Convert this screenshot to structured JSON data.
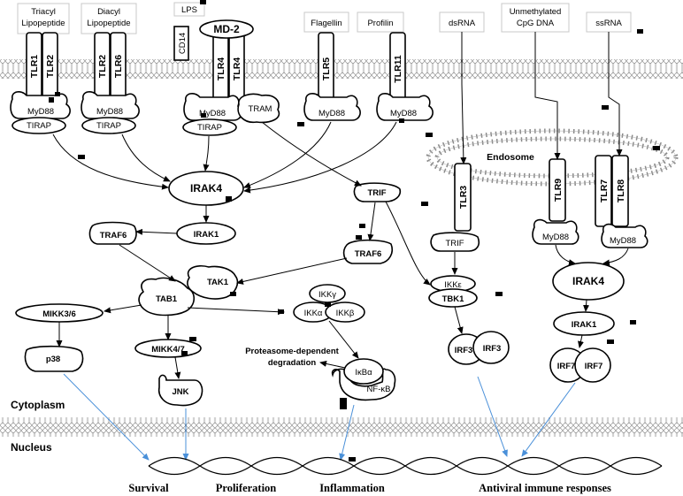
{
  "ligands": {
    "triacyl": [
      "Triacyl",
      "Lipopeptide"
    ],
    "diacyl": [
      "Diacyl",
      "Lipopeptide"
    ],
    "lps": "LPS",
    "cd14": "CD14",
    "md2": "MD-2",
    "flagellin": "Flagellin",
    "profilin": "Profilin",
    "dsrna": "dsRNA",
    "cpg": [
      "Unmethylated",
      "CpG DNA"
    ],
    "ssrna": "ssRNA"
  },
  "receptors": {
    "tlr1": "TLR1",
    "tlr2a": "TLR2",
    "tlr2b": "TLR2",
    "tlr6": "TLR6",
    "tlr4a": "TLR4",
    "tlr4b": "TLR4",
    "tlr5": "TLR5",
    "tlr11": "TLR11",
    "tlr3": "TLR3",
    "tlr9": "TLR9",
    "tlr7": "TLR7",
    "tlr8": "TLR8"
  },
  "adaptors": {
    "myd88": "MyD88",
    "tirap": "TIRAP",
    "tram": "TRAM",
    "trif": "TRIF"
  },
  "molecules": {
    "irak4": "IRAK4",
    "irak1": "IRAK1",
    "traf6": "TRAF6",
    "tak1": "TAK1",
    "tab1": "TAB1",
    "mikk36": "MIKK3/6",
    "mikk47": "MIKK4/7",
    "p38": "p38",
    "jnk": "JNK",
    "ikkg": "IKKγ",
    "ikka": "IKKα",
    "ikkb": "IKKβ",
    "ikba": "IκBα",
    "nfkb": "NF-κB",
    "ikke": "IKKε",
    "tbk1": "TBK1",
    "irf3": "IRF3",
    "irf7": "IRF7"
  },
  "labels": {
    "endosome": "Endosome",
    "proteasome": [
      "Proteasome-dependent",
      "degradation"
    ],
    "cytoplasm": "Cytoplasm",
    "nucleus": "Nucleus"
  },
  "outcomes": {
    "survival": "Survival",
    "proliferation": "Proliferation",
    "inflammation": "Inflammation",
    "antiviral": "Antiviral immune responses"
  }
}
